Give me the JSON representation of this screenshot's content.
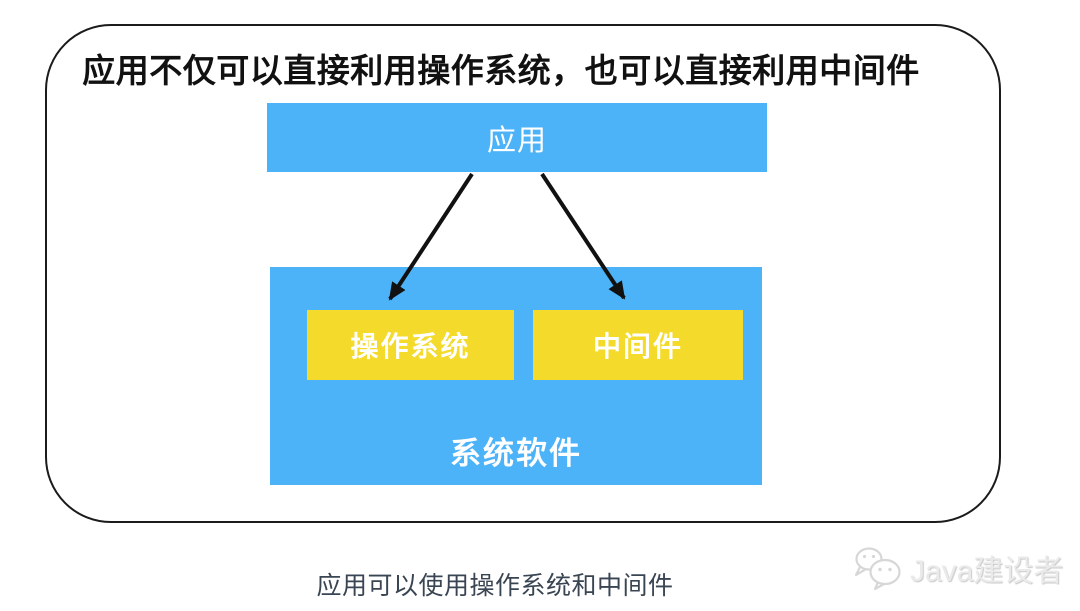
{
  "title": "应用不仅可以直接利用操作系统，也可以直接利用中间件",
  "diagram": {
    "app_box": {
      "label": "应用",
      "bg": "#4db3f8"
    },
    "system_box": {
      "label": "系统软件",
      "bg": "#4db3f8"
    },
    "os_box": {
      "label": "操作系统",
      "bg": "#f3da2b"
    },
    "middleware_box": {
      "label": "中间件",
      "bg": "#f3da2b"
    },
    "arrows": [
      {
        "from": "app_box",
        "to": "os_box"
      },
      {
        "from": "app_box",
        "to": "middleware_box"
      }
    ],
    "arrow_color": "#111111",
    "frame_border_color": "#1b1b1b"
  },
  "caption": "应用可以使用操作系统和中间件",
  "watermark": {
    "label": "Java建设者",
    "icon": "wechat-icon",
    "text_color": "#eaeaea"
  },
  "colors": {
    "accent_blue": "#4db3f8",
    "accent_yellow": "#f3da2b",
    "caption_text": "#3a4553",
    "title_text": "#111111"
  }
}
